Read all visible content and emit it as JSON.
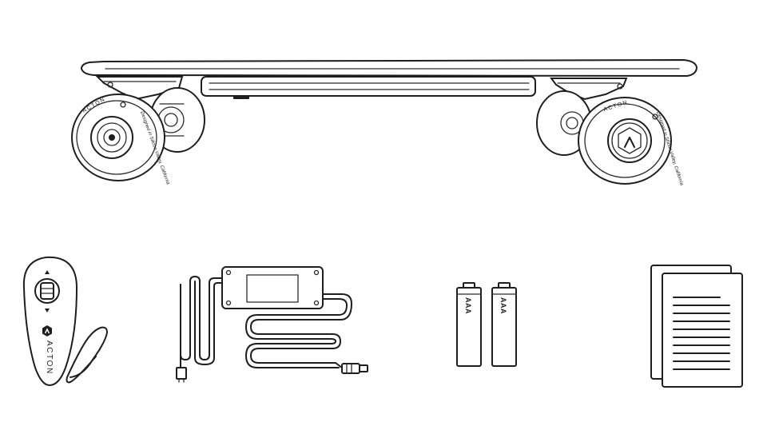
{
  "skateboard": {
    "wheel_brand": "ACTON",
    "wheel_tagline": "Designed in Silicon Valley, California"
  },
  "remote": {
    "brand": "ACTON"
  },
  "batteries": {
    "label_left": "AAA",
    "label_right": "AAA"
  },
  "colors": {
    "stroke": "#1e1e1e",
    "background": "#ffffff"
  }
}
